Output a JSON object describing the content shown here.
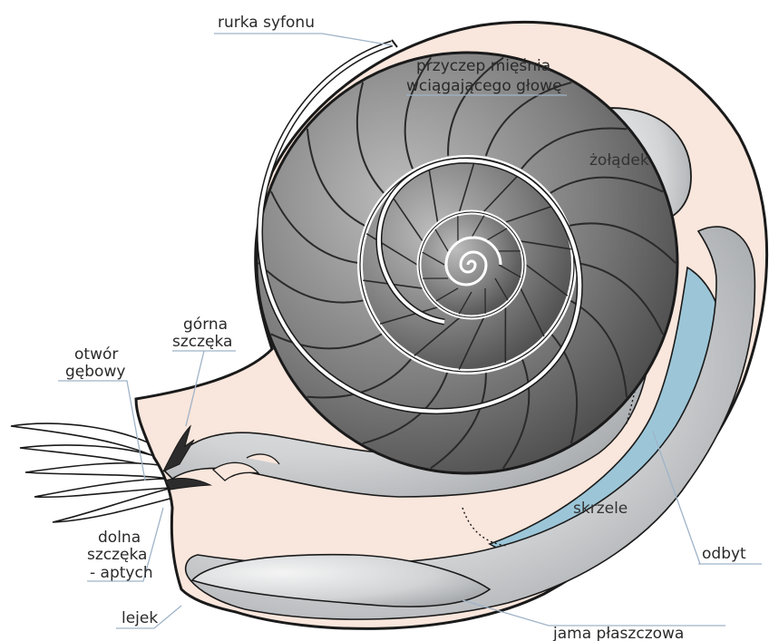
{
  "labels": {
    "siphuncle": "rurka syfonu",
    "retractor_line1": "przyczep mięśnia",
    "retractor_line2": "wciągającego głowę",
    "stomach": "żołądek",
    "upper_jaw_line1": "górna",
    "upper_jaw_line2": "szczęka",
    "mouth_line1": "otwór",
    "mouth_line2": "gębowy",
    "lower_jaw_line1": "dolna",
    "lower_jaw_line2": "szczęka",
    "lower_jaw_line3": "- aptych",
    "gills": "skrzele",
    "anus": "odbyt",
    "funnel": "lejek",
    "mantle_cavity": "jama płaszczowa"
  },
  "colors": {
    "body": "#f9e6dc",
    "outline": "#1a1a1a",
    "shell_chamber": "#8a8a8a",
    "gill": "#9cc6d8",
    "muscle": "#cfa1a7",
    "organ_grey": "#d4d6d8",
    "leader_line": "#9fb3c8"
  },
  "chamber_count": 32
}
